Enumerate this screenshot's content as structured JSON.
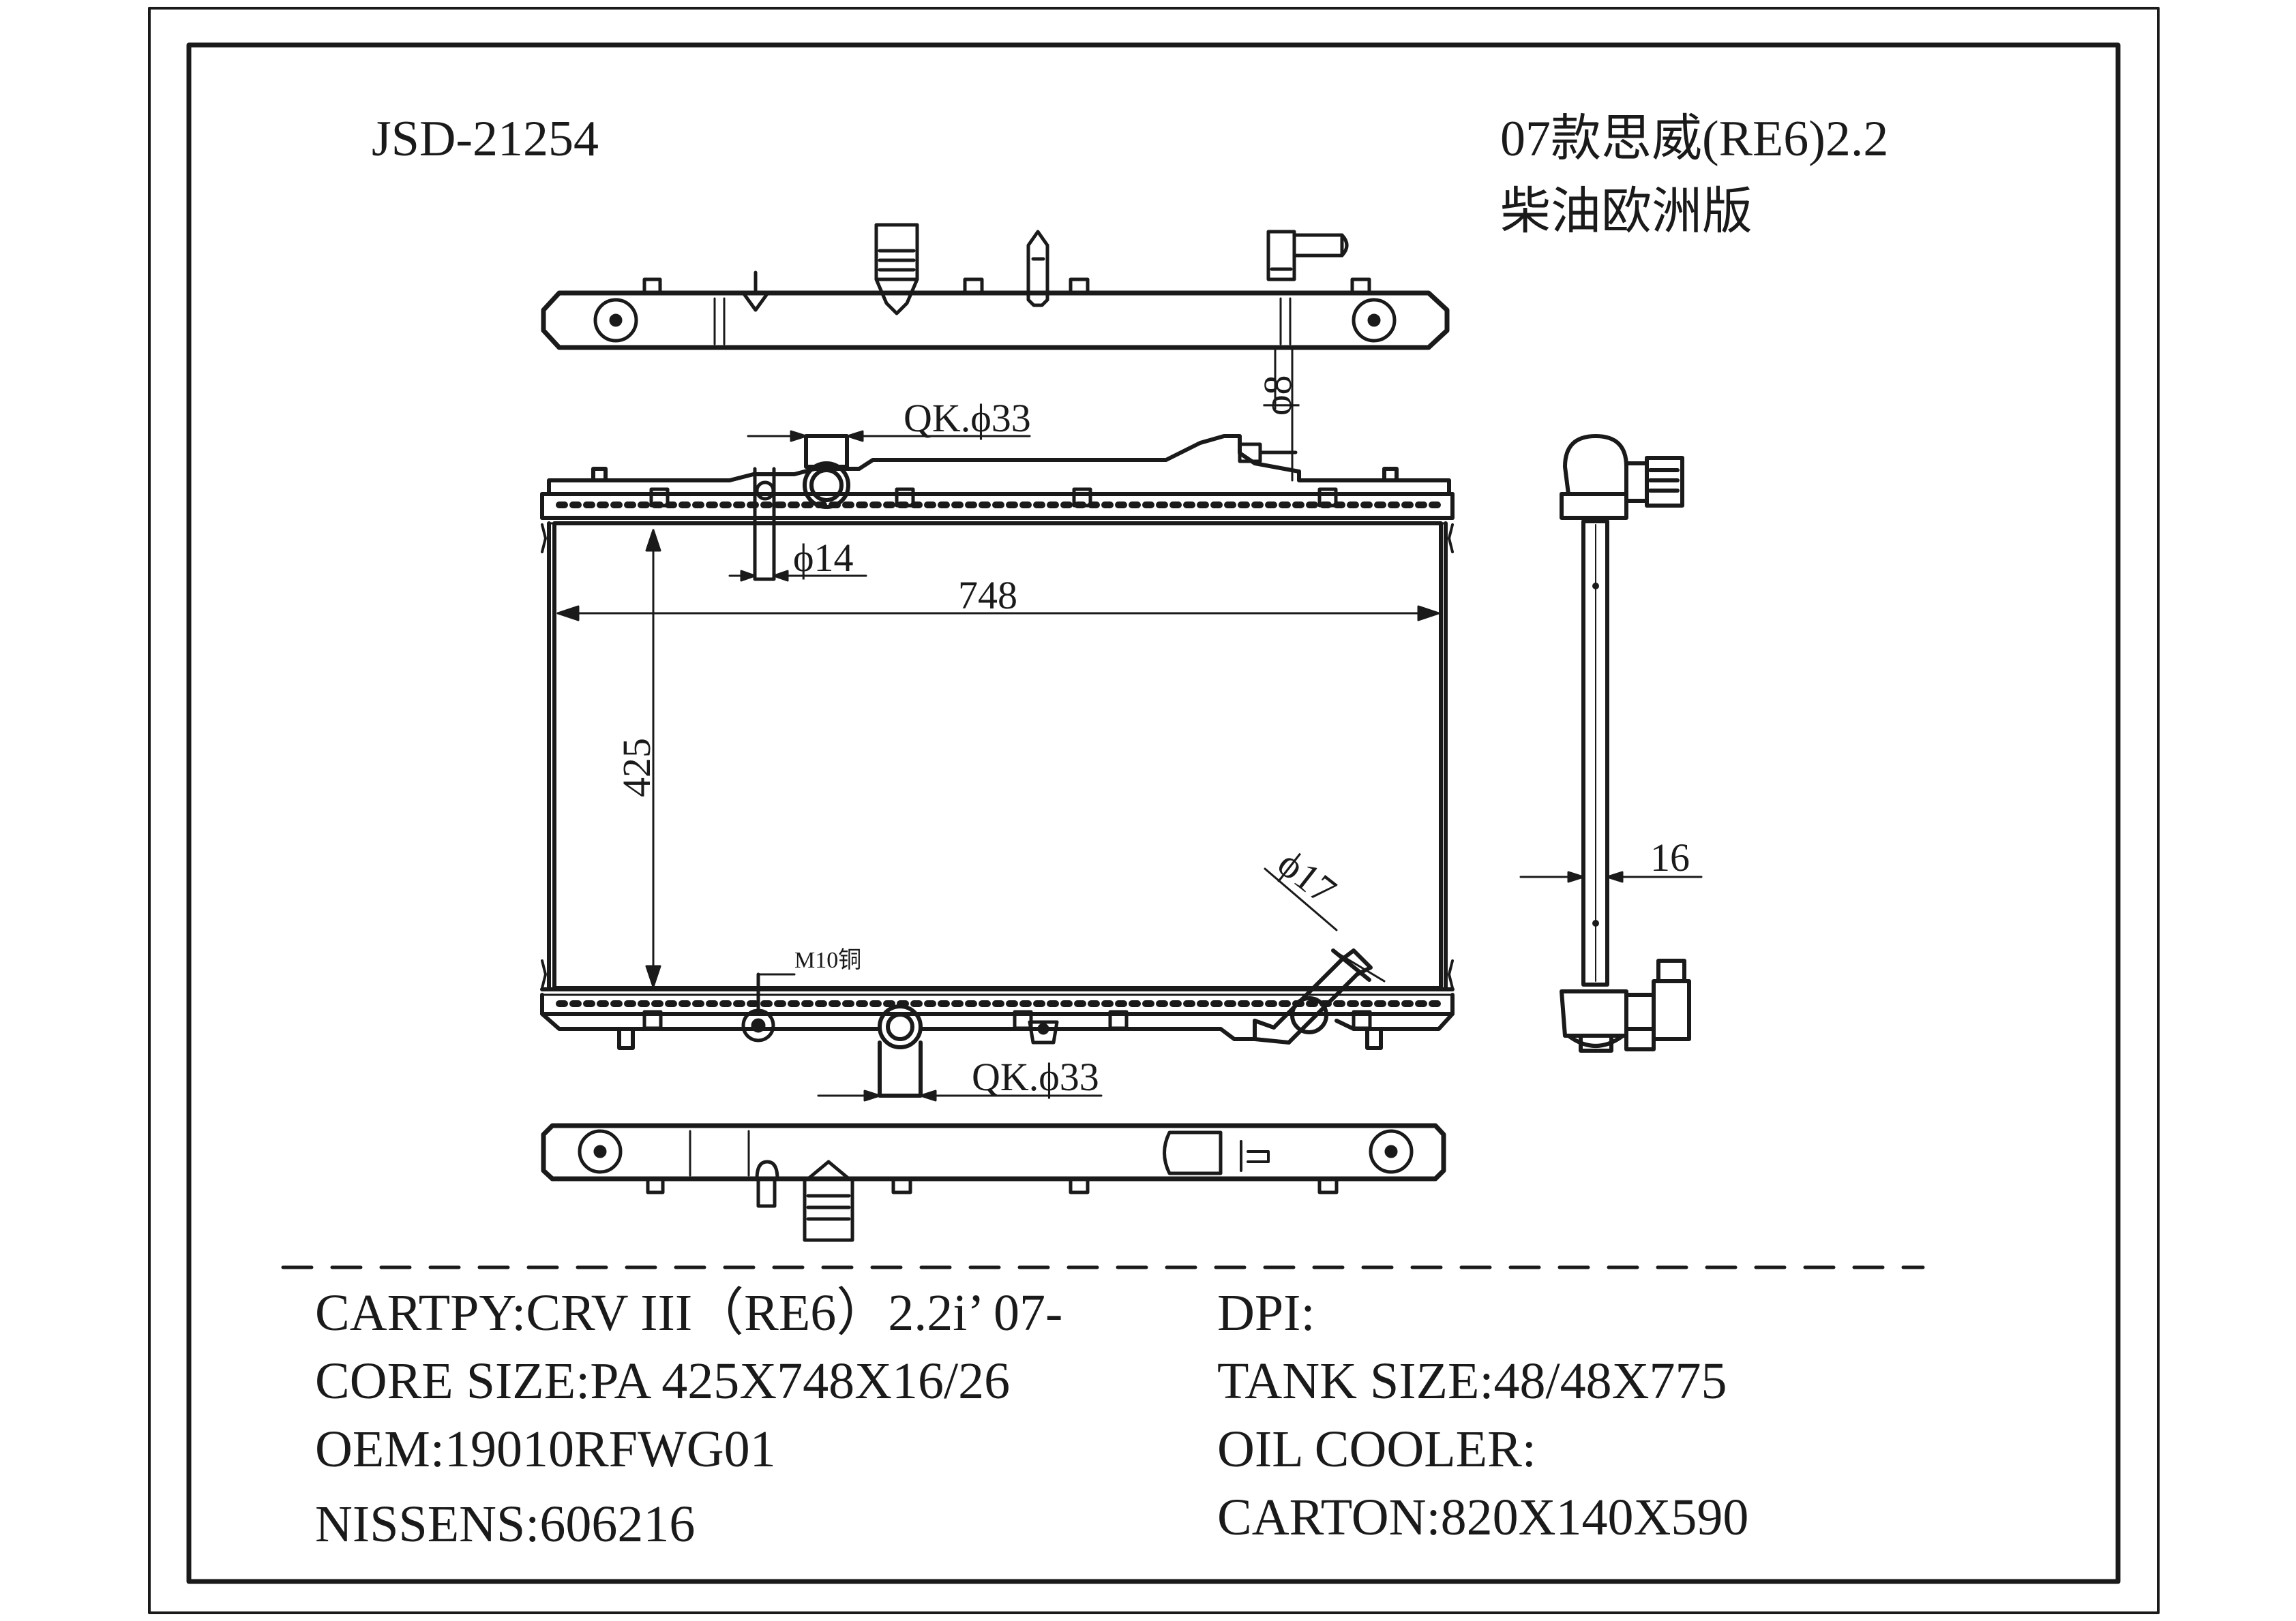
{
  "header": {
    "part_number": "JSD-21254",
    "model_line1": "07款思威(RE6)2.2",
    "model_line2": "柴油欧洲版"
  },
  "dimensions": {
    "qk_top": "QK.ϕ33",
    "d8": "ϕ8",
    "d14": "ϕ14",
    "width": "748",
    "height": "425",
    "d17": "ϕ17",
    "thread": "M10铜",
    "qk_bottom": "QK.ϕ33",
    "thickness": "16"
  },
  "specs_left": [
    "CARTPY:CRV III（RE6）2.2i’ 07-",
    "CORE SIZE:PA 425X748X16/26",
    "OEM:19010RFWG01",
    "NISSENS:606216"
  ],
  "specs_right": [
    "DPI:",
    "TANK SIZE:48/48X775",
    "OIL COOLER:",
    "CARTON:820X140X590"
  ]
}
